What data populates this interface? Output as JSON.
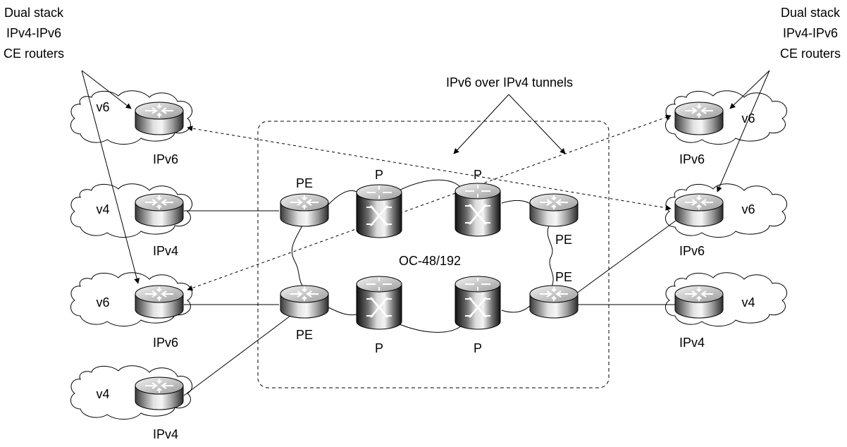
{
  "labels": {
    "dual_stack_left": [
      "Dual stack",
      "IPv4-IPv6",
      "CE routers"
    ],
    "dual_stack_right": [
      "Dual stack",
      "IPv4-IPv6",
      "CE routers"
    ],
    "tunnels": "IPv6 over IPv4 tunnels",
    "core_link": "OC-48/192"
  },
  "clouds": {
    "left_1": "v6",
    "left_2": "v4",
    "left_3": "v6",
    "left_4": "v4",
    "right_1": "v6",
    "right_2": "v6",
    "right_3": "v4"
  },
  "routers": {
    "ce_left_1": "IPv6",
    "ce_left_2": "IPv4",
    "ce_left_3": "IPv6",
    "ce_left_4": "IPv4",
    "ce_right_1": "IPv6",
    "ce_right_2": "IPv6",
    "ce_right_3": "IPv4",
    "pe_top_left": "PE",
    "pe_bottom_left": "PE",
    "pe_top_right": "PE",
    "pe_bottom_right": "PE",
    "p_top_left": "P",
    "p_top_right": "P",
    "p_bottom_left": "P",
    "p_bottom_right": "P"
  }
}
